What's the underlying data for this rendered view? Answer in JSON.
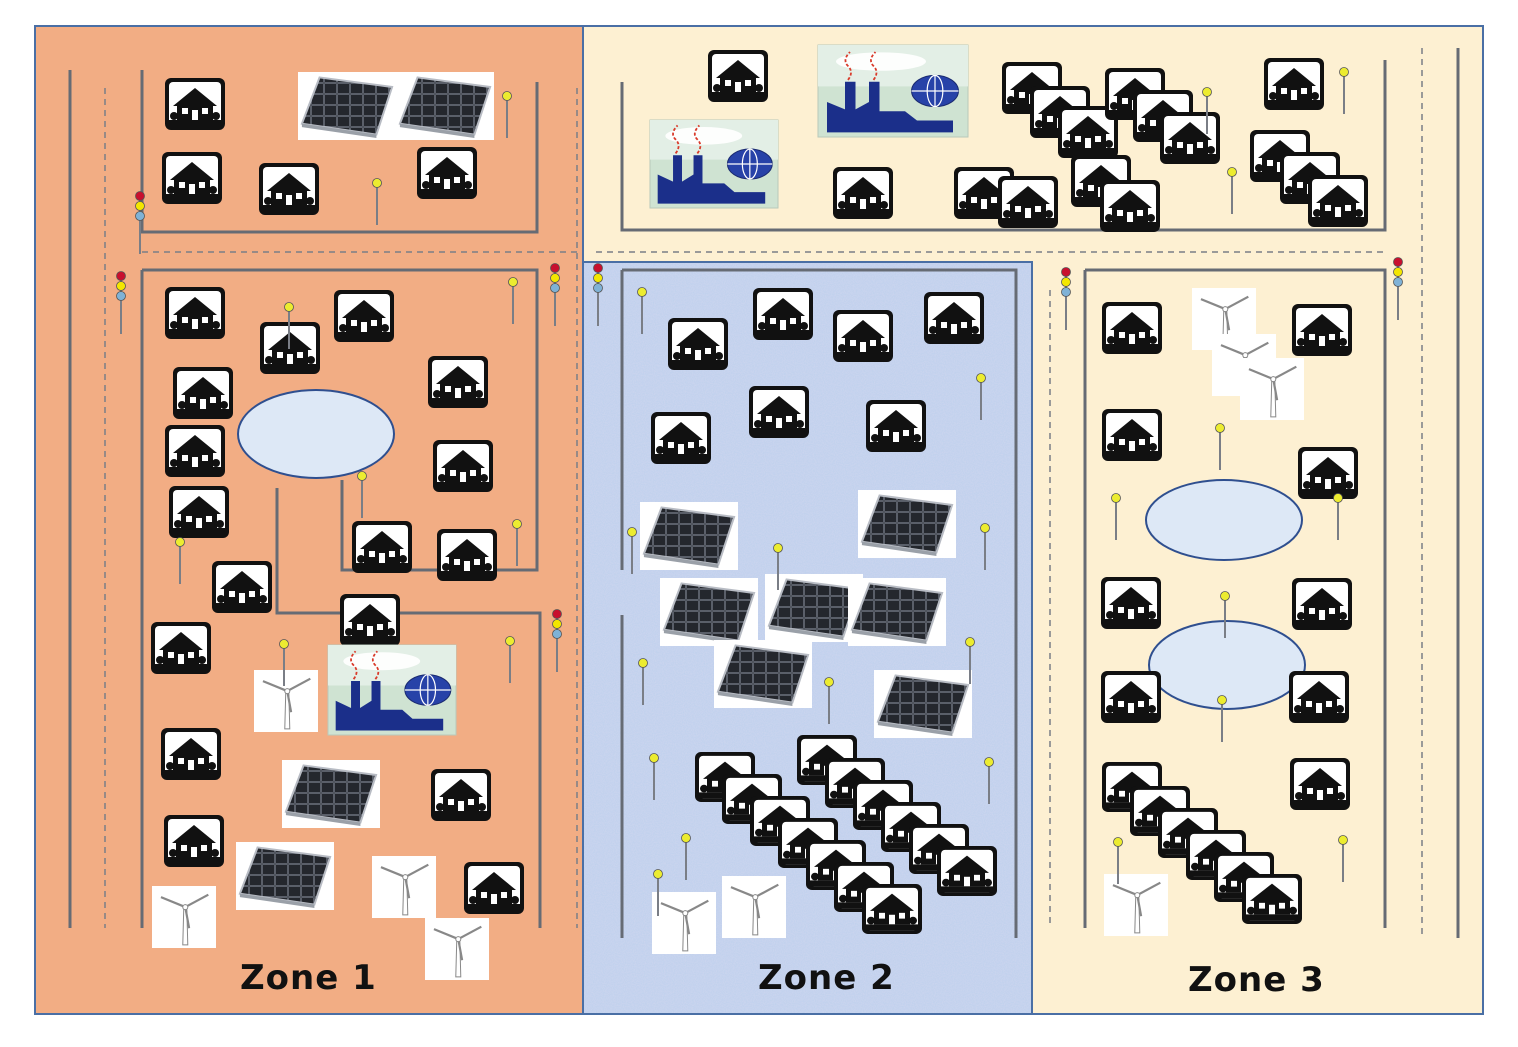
{
  "zones": [
    {
      "label": "Zone 1",
      "color": "#f2ad84"
    },
    {
      "label": "Zone 2",
      "color": "#bcd0ec"
    },
    {
      "label": "Zone 3",
      "color": "#fdf0d2"
    }
  ],
  "colors": {
    "border": "#4a6fa5",
    "road": "#666b74",
    "lake_fill": "#dde8f6",
    "lake_stroke": "#2f4f8f",
    "house": "#111111",
    "panel": "#2a2d33",
    "light_red": "#c8102e",
    "light_yellow": "#f3e600",
    "light_blue": "#7fb2d6",
    "street_lamp": "#ecec30"
  },
  "icons": [
    "house-icon",
    "solar-panel-icon",
    "wind-turbine-icon",
    "factory-icon",
    "globe-icon",
    "traffic-light-icon",
    "street-light-icon",
    "lake"
  ]
}
